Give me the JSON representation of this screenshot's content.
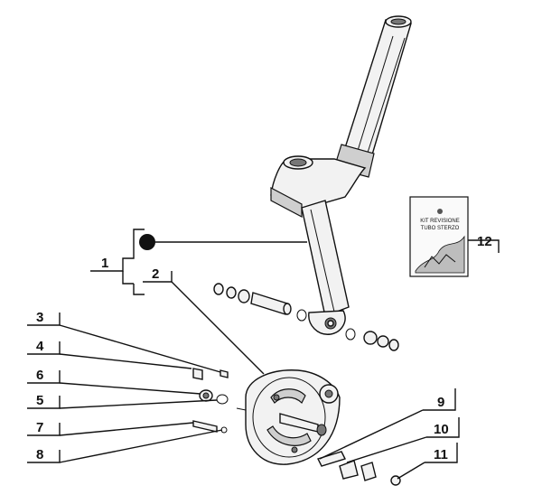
{
  "callouts": {
    "c1": "1",
    "c2": "2",
    "c3": "3",
    "c4": "4",
    "c5": "5",
    "c6": "6",
    "c7": "7",
    "c8": "8",
    "c9": "9",
    "c10": "10",
    "c11": "11",
    "c12": "12"
  },
  "kit_box": {
    "line1": "KIT REVISIONE",
    "line2": "TUBO STERZO"
  }
}
